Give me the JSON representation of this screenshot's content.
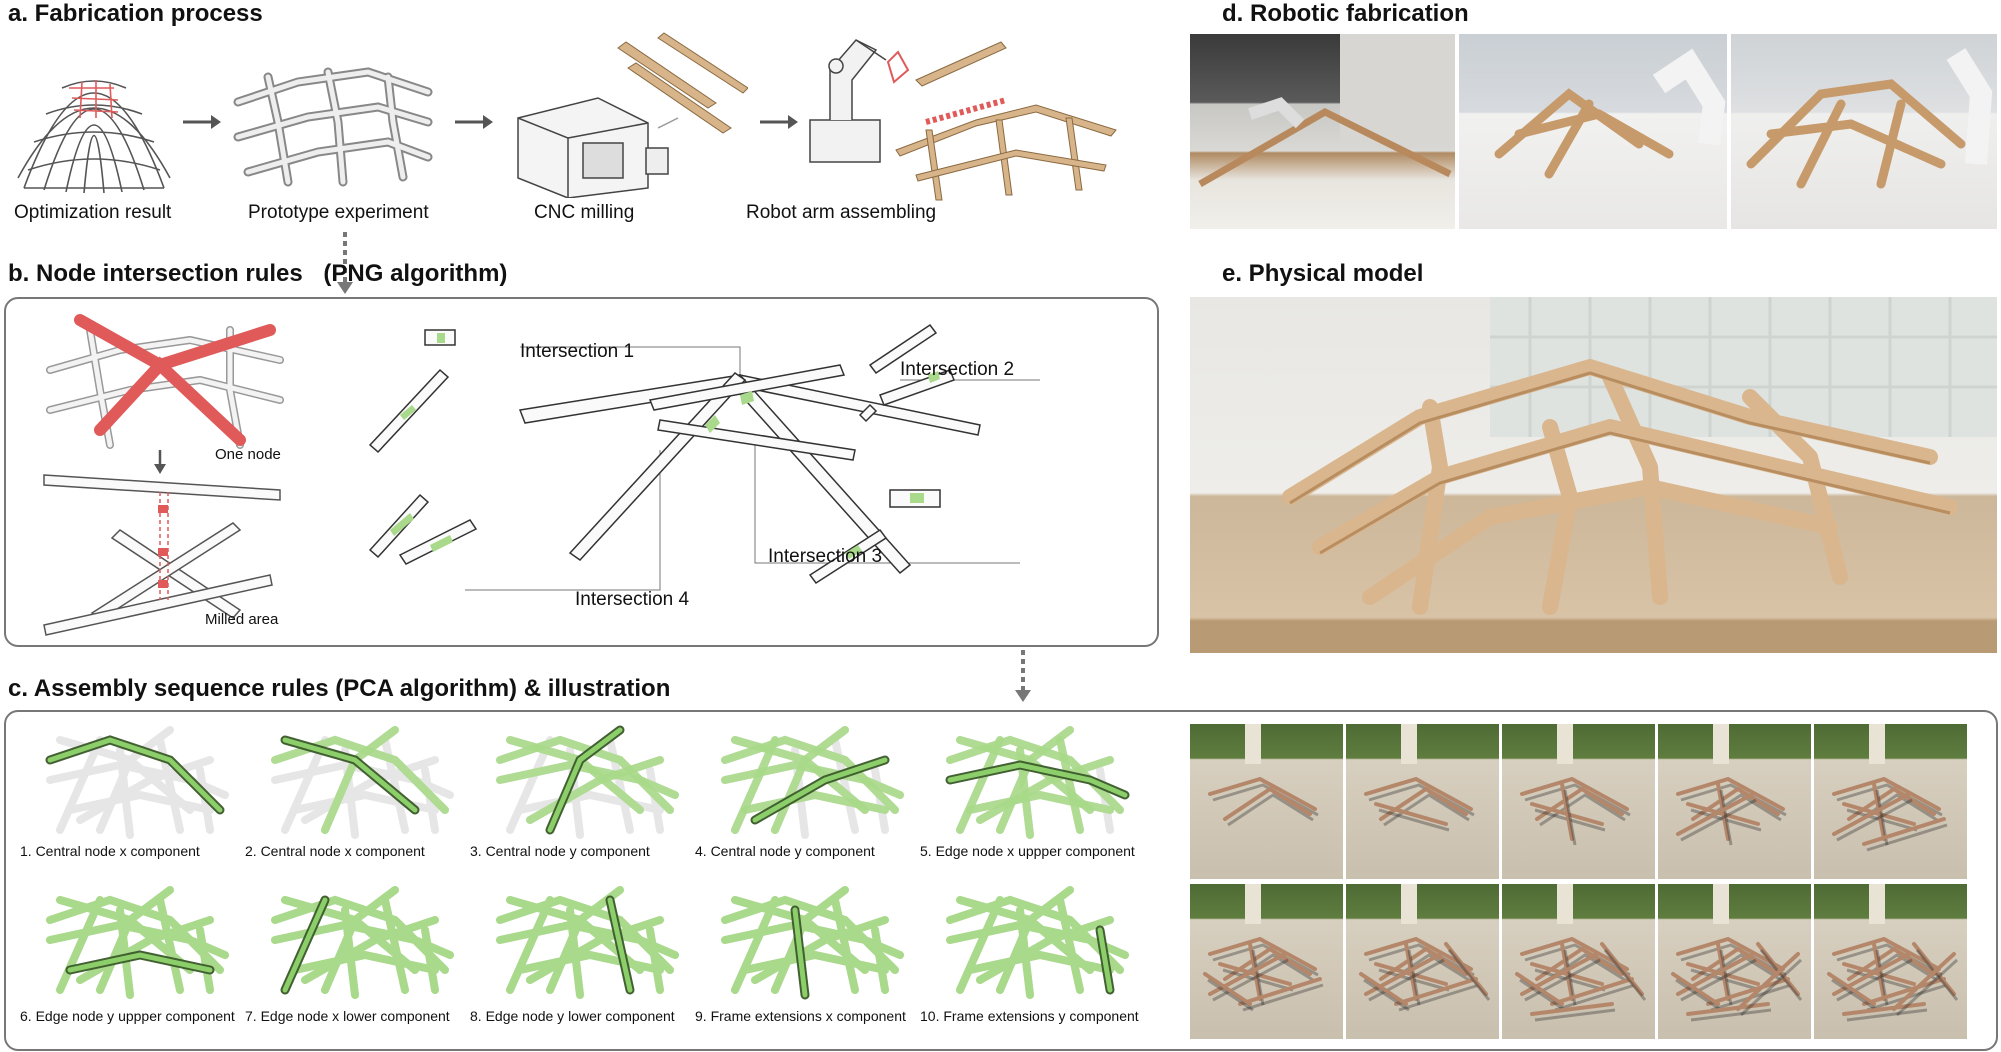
{
  "fabrication": {
    "heading": "a. Fabrication process",
    "steps": [
      "Optimization result",
      "Prototype experiment",
      "CNC milling",
      "Robot arm assembling"
    ]
  },
  "node_rules": {
    "heading": "b. Node intersection rules",
    "heading_suffix": "(PNG algorithm)",
    "one_node": "One node",
    "milled_area": "Milled area",
    "intersections": [
      "Intersection 1",
      "Intersection 2",
      "Intersection 3",
      "Intersection 4"
    ]
  },
  "assembly": {
    "heading": "c. Assembly sequence rules (PCA algorithm) & illustration",
    "steps": [
      "1. Central node x component",
      "2. Central node x component",
      "3. Central node y component",
      "4. Central node y component",
      "5. Edge node x uppper component",
      "6. Edge node y uppper component",
      "7. Edge node x lower component",
      "8. Edge node y lower component",
      "9. Frame extensions x component",
      "10. Frame extensions y component"
    ]
  },
  "robotic": {
    "heading": "d. Robotic fabrication"
  },
  "physical": {
    "heading": "e. Physical model"
  },
  "colors": {
    "highlight_red": "#e05a5a",
    "assembly_green": "#a9d98a",
    "wood": "#d8b48a",
    "panel_border": "#777777"
  }
}
